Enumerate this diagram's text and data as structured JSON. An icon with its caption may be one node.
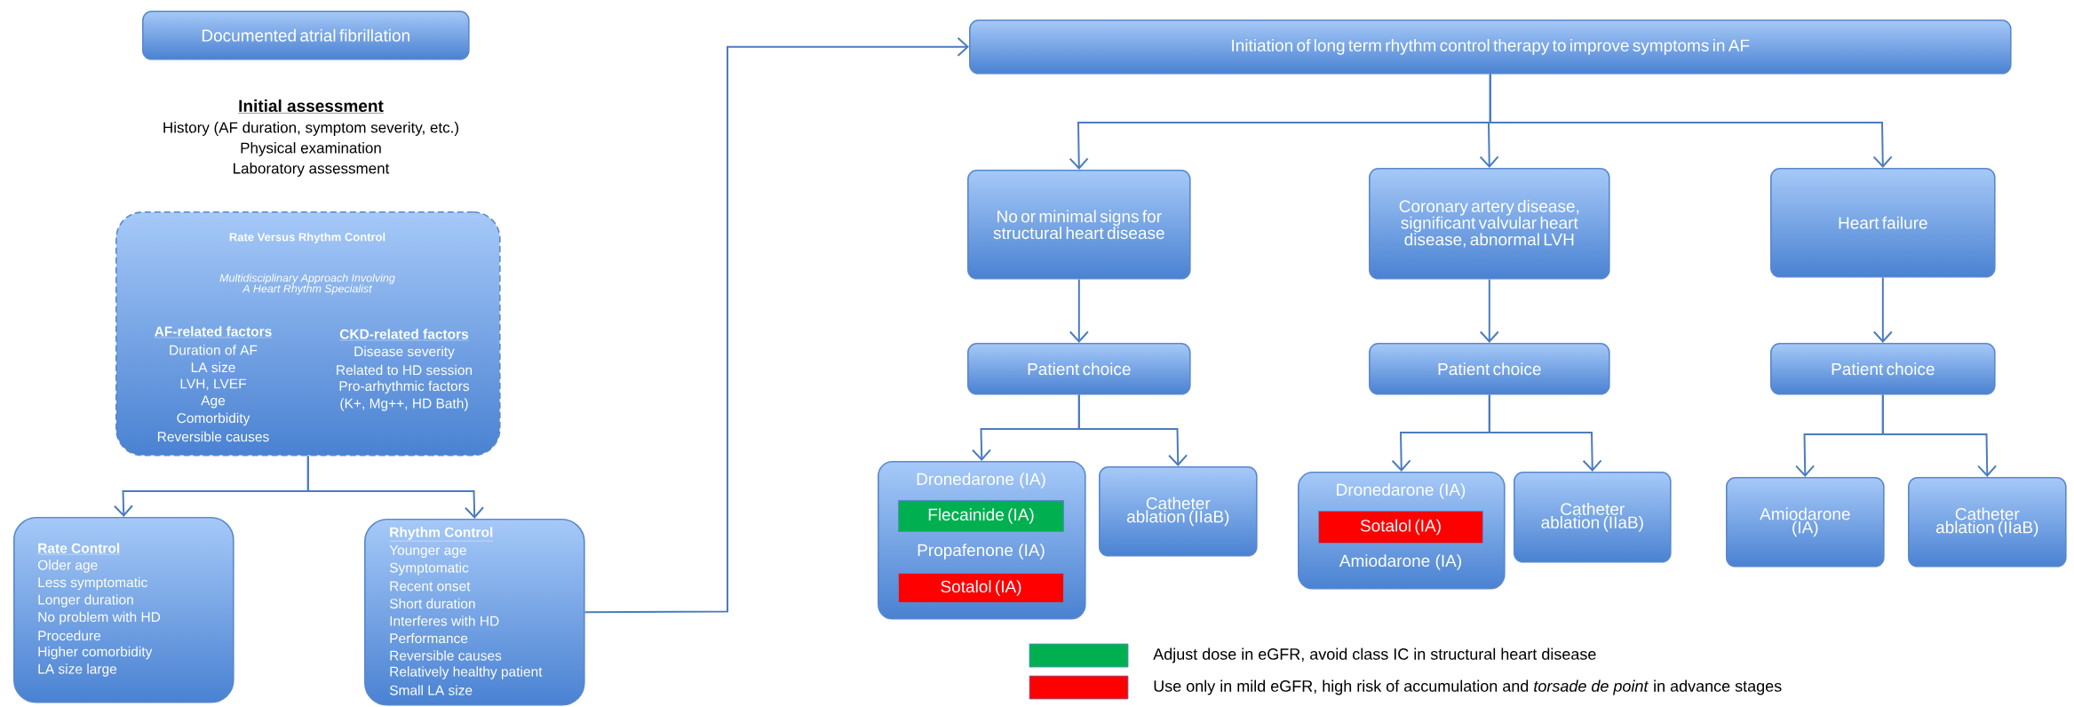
{
  "diagram": {
    "nodes": [
      {
        "text": [
          "Documented atrial fibrillation"
        ]
      },
      {
        "text": [
          "Rate Versus Rhythm Control",
          "Multidisciplinary Approach Involving A Heart Rhythm Specialist",
          "AF-related factors",
          "Duration of AF",
          "LA size",
          "LVH, LVEF",
          "Age",
          "Comorbidity",
          "Reversible causes",
          "CKD-related factors",
          "Disease severity",
          "Related to HD session",
          "Pro-arhythmic factors",
          "(K+, Mg++, HD Bath)"
        ]
      },
      {
        "text": [
          "Rate Control",
          "Older age",
          "Less symptomatic",
          "Longer duration",
          "No problem with HD",
          "Procedure",
          "Higher comorbidity",
          "LA size large"
        ]
      },
      {
        "text": [
          "Rhythm Control",
          "Younger age",
          "Symptomatic",
          "Recent onset",
          "Short duration",
          "Interferes with HD",
          "Performance",
          "Reversible causes",
          "Relatively healthy patient",
          "Small LA size"
        ]
      },
      {
        "text": [
          "Initiation of long term rhythm control therapy to improve symptoms in AF"
        ]
      },
      {
        "text": [
          "No or minimal signs for structural heart disease"
        ]
      },
      {
        "text": [
          "Coronary artery disease, significant valvular heart disease, abnormal LVH"
        ]
      },
      {
        "text": [
          "Heart failure"
        ]
      },
      {
        "text": [
          "Patient choice"
        ]
      },
      {
        "text": [
          "Patient choice"
        ]
      },
      {
        "text": [
          "Patient choice"
        ]
      },
      {
        "text": [
          "Dronedarone (IA)",
          "Propafenone (IA)"
        ]
      },
      {
        "text": [
          "Flecainide (IA)"
        ],
        "in": 11
      },
      {
        "text": [
          "Sotalol (IA)"
        ],
        "in": 11
      },
      {
        "text": [
          "Catheter ablation (IIaB)"
        ]
      },
      {
        "text": [
          "Dronedarone (IA)",
          "Amiodarone (IA)"
        ]
      },
      {
        "text": [
          "Sotalol (IA)"
        ],
        "in": 15
      },
      {
        "text": [
          "Catheter ablation (IIaB)"
        ]
      },
      {
        "text": [
          "Amiodarone (IA)"
        ]
      },
      {
        "text": [
          "Catheter ablation (IIaB)"
        ]
      }
    ],
    "edges": [
      {
        "from": 1,
        "to": 2,
        "arrow": "to"
      },
      {
        "from": 1,
        "to": 3,
        "arrow": "to"
      },
      {
        "from": 3,
        "to": 4,
        "arrow": "to"
      },
      {
        "from": 4,
        "to": 5,
        "arrow": "to"
      },
      {
        "from": 4,
        "to": 6,
        "arrow": "to"
      },
      {
        "from": 4,
        "to": 7,
        "arrow": "to"
      },
      {
        "from": 5,
        "to": 8,
        "arrow": "to"
      },
      {
        "from": 6,
        "to": 9,
        "arrow": "to"
      },
      {
        "from": 7,
        "to": 10,
        "arrow": "to"
      },
      {
        "from": 8,
        "to": 11,
        "arrow": "to"
      },
      {
        "from": 8,
        "to": 14,
        "arrow": "to"
      },
      {
        "from": 9,
        "to": 15,
        "arrow": "to"
      },
      {
        "from": 9,
        "to": 17,
        "arrow": "to"
      },
      {
        "from": 10,
        "to": 18,
        "arrow": "to"
      },
      {
        "from": 10,
        "to": 19,
        "arrow": "to"
      }
    ],
    "labels": [
      "Initial assessment",
      "History (AF duration, symptom severity, etc.)",
      "Physical examination",
      "Laboratory assessment"
    ],
    "legend": [
      {
        "text": "Adjust dose in eGFR, avoid class IC in structural heart disease",
        "color": "#00b050"
      },
      {
        "text": "Use only in mild eGFR, high risk of accumulation and *torsade de point* in advance stages",
        "color": "#ff0000"
      }
    ]
  }
}
